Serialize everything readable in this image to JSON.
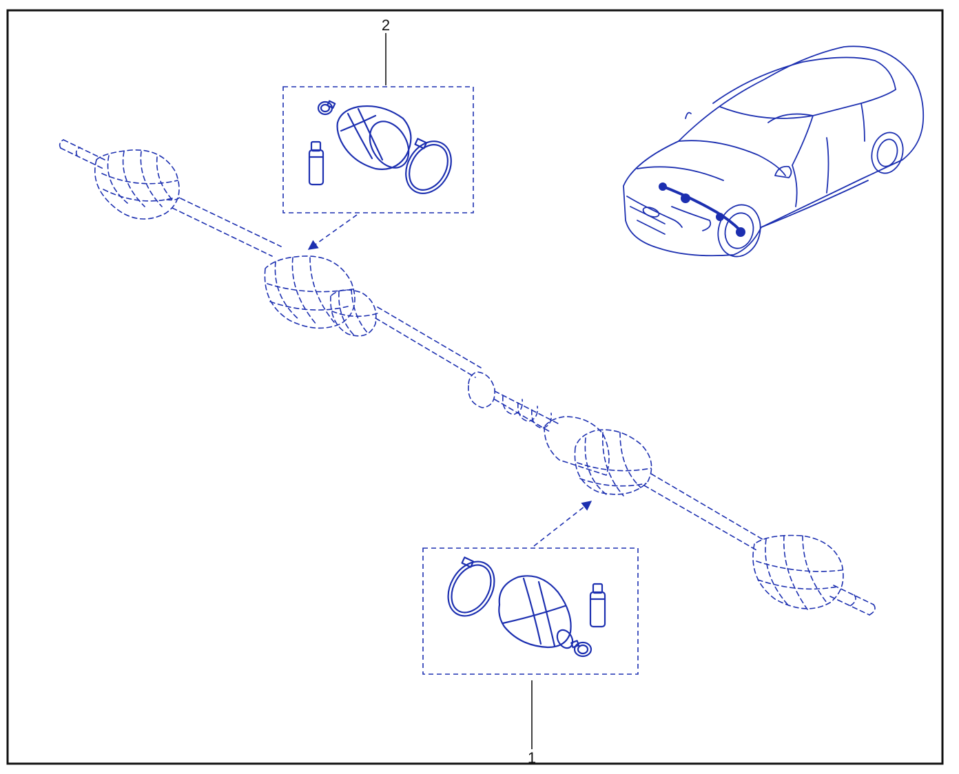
{
  "colors": {
    "line": "#1c2fb0",
    "frame": "#111111",
    "leader": "#111111",
    "background": "#ffffff"
  },
  "callouts": [
    {
      "id": "1",
      "label": "1"
    },
    {
      "id": "2",
      "label": "2"
    }
  ]
}
